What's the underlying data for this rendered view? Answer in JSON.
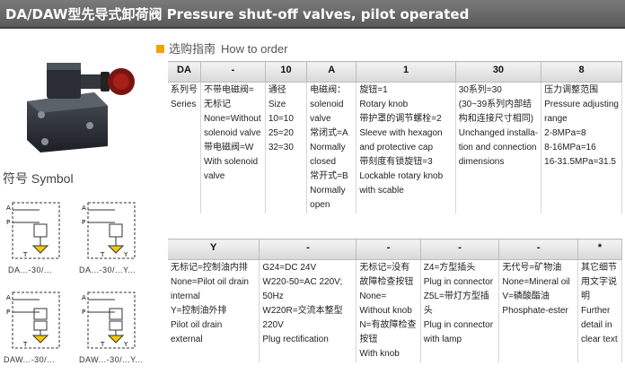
{
  "header": {
    "title": "DA/DAW型先导式卸荷阀  Pressure shut-off valves, pilot operated"
  },
  "section": {
    "cn": "选购指南",
    "en": "How to order"
  },
  "symbol_label": "符号  Symbol",
  "symbols": [
    {
      "caption": "DA...-30/..."
    },
    {
      "caption": "DA...-30/...Y..."
    },
    {
      "caption": "DAW...-30/..."
    },
    {
      "caption": "DAW...-30/...Y..."
    }
  ],
  "table1": {
    "headers": [
      "DA",
      "-",
      "10",
      "A",
      "1",
      "30",
      "8"
    ],
    "cells": [
      [
        "系列号",
        "Series"
      ],
      [
        "不带电磁阀=",
        "无标记",
        "None=Without",
        "solenoid valve",
        "带电磁阀=W",
        "With solenoid",
        "valve"
      ],
      [
        "通径",
        "Size",
        "10=10",
        "25=20",
        "32=30"
      ],
      [
        "电磁阀：",
        "solenoid",
        "valve",
        "常闭式=A",
        "Normally",
        "closed",
        "常开式=B",
        "Normally",
        "open"
      ],
      [
        "旋钮=1",
        "Rotary knob",
        "带护罩的调节螺栓=2",
        "Sleeve with hexagon",
        "and protective cap",
        "带刻度有锁旋钮=3",
        "Lockable rotary knob",
        "with scable"
      ],
      [
        "30系列=30",
        "(30~39系列内部结",
        "构和连接尺寸相同)",
        "Unchanged installa-",
        "tion and connection",
        "dimensions"
      ],
      [
        "压力调整范围",
        "Pressure adjusting",
        "range",
        "2-8MPa=8",
        "8-16MPa=16",
        "16-31.5MPa=31.5"
      ]
    ]
  },
  "table2": {
    "headers": [
      "Y",
      "-",
      "-",
      "-",
      "-",
      "*"
    ],
    "cells": [
      [
        "无标记=控制油内排",
        "None=Pilot oil drain",
        "internal",
        "Y=控制油外排",
        "Pilot oil drain",
        "external"
      ],
      [
        "G24=DC 24V",
        "W220-50=AC 220V;",
        "50Hz",
        "W220R=交流本整型",
        "220V",
        "Plug rectification"
      ],
      [
        "无标记=没有",
        "故障检查按钮",
        "None=",
        "Without knob",
        "N=有故障检查",
        "按钮",
        "With knob"
      ],
      [
        "Z4=方型插头",
        "Plug in connector",
        "Z5L=带灯方型插",
        "头",
        "Plug in connector",
        "with lamp"
      ],
      [
        "无代号=矿物油",
        "None=Mineral oil",
        "V=磷酸酯油",
        "Phosphate-ester"
      ],
      [
        "其它细节",
        "用文字说",
        "明",
        "Further",
        "detail in",
        "clear text"
      ]
    ]
  }
}
